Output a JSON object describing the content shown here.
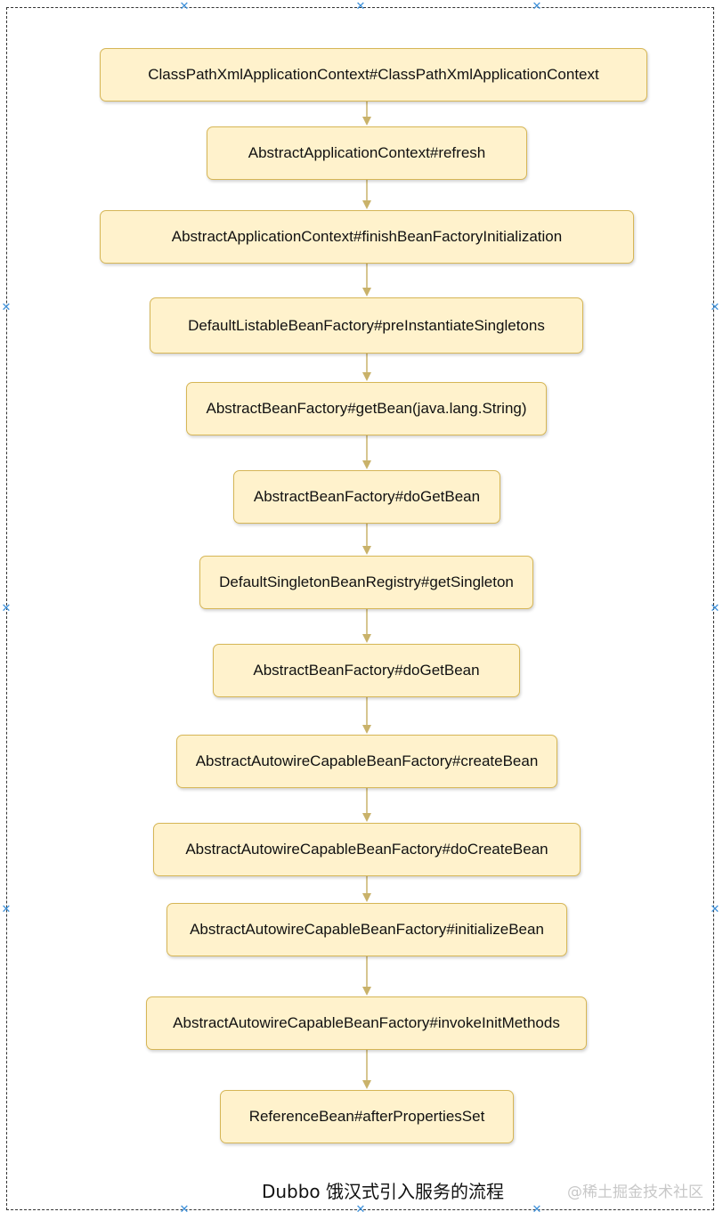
{
  "colors": {
    "node_fill": "#fff2cc",
    "node_border": "#d6b656",
    "arrow": "#c9b26a",
    "frame": "#333333",
    "handle": "#3b8fd9",
    "watermark": "#c8c8c8"
  },
  "icons": {
    "selection_handle": "x-mark"
  },
  "nodes": [
    {
      "label": "ClassPathXmlApplicationContext#ClassPathXmlApplicationContext"
    },
    {
      "label": "AbstractApplicationContext#refresh"
    },
    {
      "label": "AbstractApplicationContext#finishBeanFactoryInitialization"
    },
    {
      "label": "DefaultListableBeanFactory#preInstantiateSingletons"
    },
    {
      "label": "AbstractBeanFactory#getBean(java.lang.String)"
    },
    {
      "label": "AbstractBeanFactory#doGetBean"
    },
    {
      "label": "DefaultSingletonBeanRegistry#getSingleton"
    },
    {
      "label": "AbstractBeanFactory#doGetBean"
    },
    {
      "label": "AbstractAutowireCapableBeanFactory#createBean"
    },
    {
      "label": "AbstractAutowireCapableBeanFactory#doCreateBean"
    },
    {
      "label": "AbstractAutowireCapableBeanFactory#initializeBean"
    },
    {
      "label": "AbstractAutowireCapableBeanFactory#invokeInitMethods"
    },
    {
      "label": "ReferenceBean#afterPropertiesSet"
    }
  ],
  "caption": "Dubbo 饿汉式引入服务的流程",
  "watermark": "@稀土掘金技术社区"
}
